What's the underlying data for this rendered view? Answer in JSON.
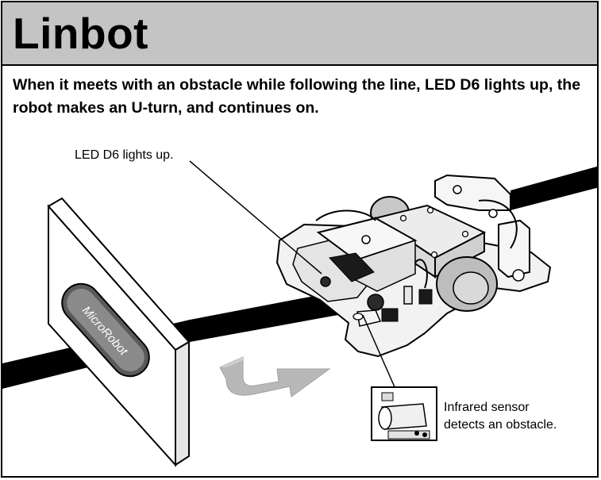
{
  "header": {
    "title": "Linbot"
  },
  "description": "When it meets with an obstacle while following the line, LED D6 lights up, the robot makes an U-turn, and continues on.",
  "callouts": {
    "led": "LED D6 lights up.",
    "sensor_line1": "Infrared sensor",
    "sensor_line2": "detects an obstacle."
  },
  "obstacle": {
    "logo_text": "MicroRobot"
  },
  "colors": {
    "header_bg": "#c4c4c4",
    "track": "#000000",
    "arrow": "#b8b8b8",
    "robot_fill": "#f2f2f2",
    "pcb_fill": "#e4e4e4"
  }
}
